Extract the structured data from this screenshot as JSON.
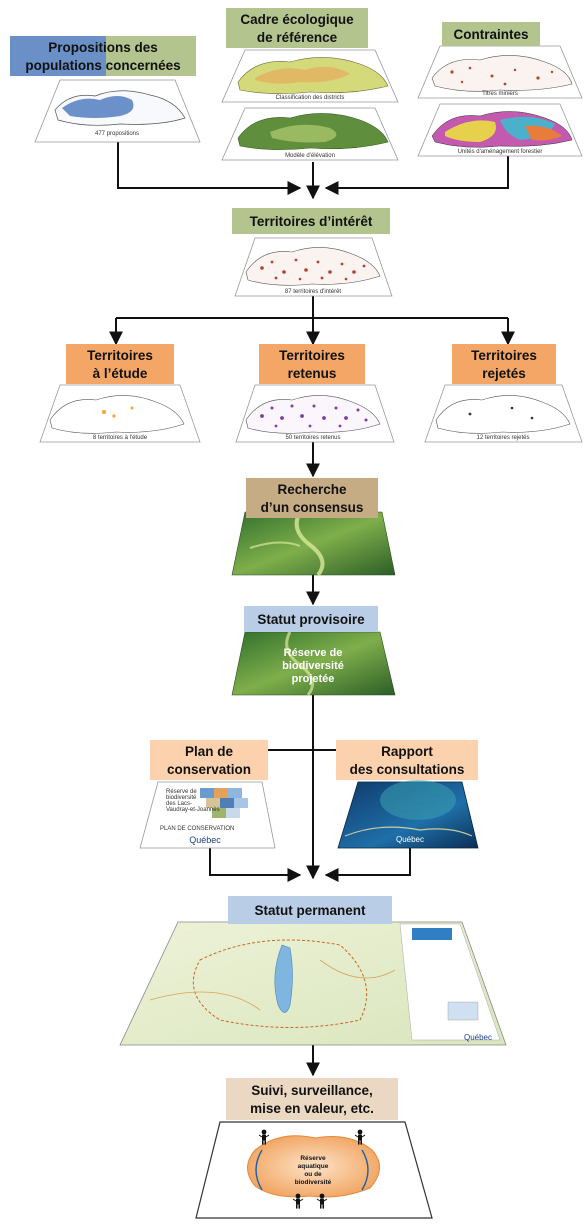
{
  "nodes": {
    "propositions": {
      "line1": "Propositions des",
      "line2": "populations concernées",
      "caption": "477 propositions"
    },
    "cadre": {
      "line1": "Cadre écologique",
      "line2": "de référence",
      "caption1": "Classification des districts",
      "caption2": "Modèle d'élévation"
    },
    "contraintes": {
      "line1": "Contraintes",
      "caption1": "Titres miniers",
      "caption2": "Unités d'aménagement forestier"
    },
    "interet": {
      "line1": "Territoires d’intérêt",
      "caption": "87 territoires d'intérêt"
    },
    "etude": {
      "line1": "Territoires",
      "line2": "à l’étude",
      "caption": "8 territoires à l'étude"
    },
    "retenus": {
      "line1": "Territoires",
      "line2": "retenus",
      "caption": "50 territoires retenus"
    },
    "rejetes": {
      "line1": "Territoires",
      "line2": "rejetés",
      "caption": "12 territoires rejetés"
    },
    "consensus": {
      "line1": "Recherche",
      "line2": "d’un consensus"
    },
    "provisoire": {
      "line1": "Statut provisoire",
      "map_line1": "Réserve de",
      "map_line2": "biodiversité",
      "map_line3": "projetée"
    },
    "plan": {
      "line1": "Plan de",
      "line2": "conservation",
      "doc_line1": "Réserve de",
      "doc_line2": "biodiversité",
      "doc_line3": "des Lacs-",
      "doc_line4": "Vaudray-et-Joannès",
      "doc_footer": "PLAN DE CONSERVATION",
      "logo": "Québec"
    },
    "rapport": {
      "line1": "Rapport",
      "line2": "des consultations",
      "logo": "Québec"
    },
    "permanent": {
      "line1": "Statut permanent",
      "logo": "Québec"
    },
    "suivi": {
      "line1": "Suivi, surveillance,",
      "line2": "mise en valeur, etc.",
      "inner1": "Réserve",
      "inner2": "aquatique",
      "inner3": "ou de",
      "inner4": "biodiversité"
    }
  },
  "colors": {
    "blue_label": "#6b8fc7",
    "green_label": "#b3c48f",
    "orange_label": "#f4a667",
    "tan_label": "#c5ac84",
    "lightblue_label": "#b9cde6",
    "peach_label": "#fbd2ad",
    "beige_label": "#ead8c3",
    "arrow": "#111111"
  }
}
